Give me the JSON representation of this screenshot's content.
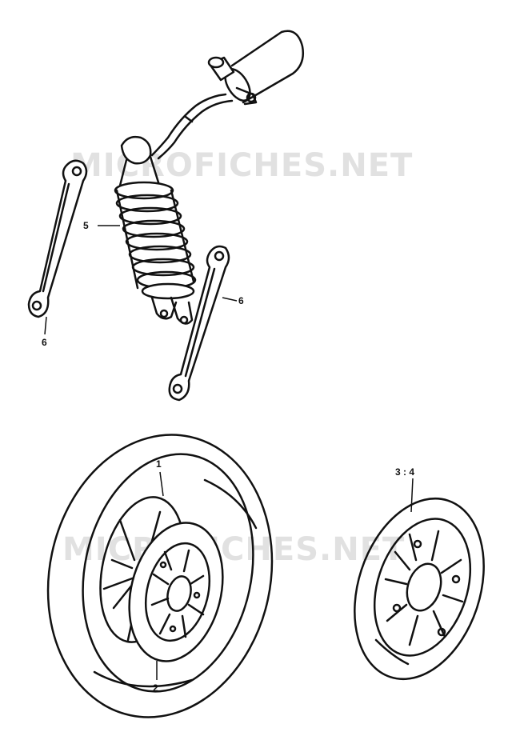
{
  "watermark": {
    "text_top": "MICROFICHES.NET",
    "text_bottom": "MICROFICHES.NET",
    "color": "#d8d8d8"
  },
  "callouts": {
    "shock": "5",
    "left_rod": "6",
    "right_rod": "6",
    "wheel_top": "1",
    "wheel_bottom": "2",
    "disc": "3 : 4"
  },
  "colors": {
    "ink": "#111111",
    "paper": "#ffffff"
  },
  "parts": [
    "rear-shock-absorber-icon",
    "reservoir-icon",
    "cushion-rod-icon",
    "rear-wheel-tire-icon",
    "brake-disc-icon"
  ]
}
